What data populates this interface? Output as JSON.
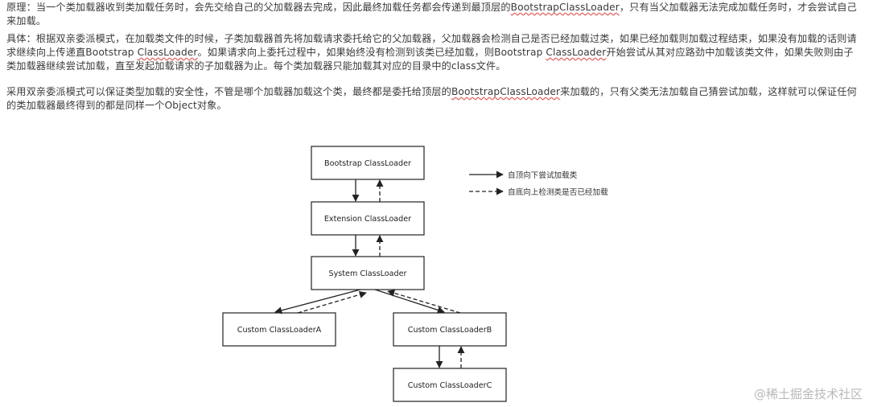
{
  "paragraphs": {
    "p1": {
      "a": "原理：当一个类加载器收到类加载任务时，会先交给自己的父加载器去完成，因此最终加载任务都会传递到最顶层的",
      "b": "BootstrapClassLoader",
      "c": "，只有当父加载器无法完成加载任务时，才会尝试自己来加载。"
    },
    "p2": {
      "a": "具体：根据双亲委派模式，在加载类文件的时候，子类加载器首先将加载请求委托给它的父加载器，父加载器会检测自己是否已经加载过类，如果已经加载则加载过程结束，如果没有加载的话则请求继续向上传递直Bootstrap ",
      "b": "ClassLoader",
      "c": "。如果请求向上委托过程中，如果始终没有检测到该类已经加载，则Bootstrap ",
      "d": "ClassLoader",
      "e": "开始尝试从其对应路劲中加载该类文件，如果失败则由子类加载器继续尝试加载，直至发起加载请求的子加载器为止。每个类加载器只能加载其对应的目录中的class文件。"
    },
    "p3": {
      "a": "采用双亲委派模式可以保证类型加载的安全性，不管是哪个加载器加载这个类，最终都是委托给顶层的",
      "b": "BootstrapClassLoader",
      "c": "来加载的，只有父类无法加载自己猜尝试加载，这样就可以保证任何的类加载器最终得到的都是同样一个Object对象。"
    }
  },
  "diagram": {
    "nodes": {
      "bootstrap": "Bootstrap ClassLoader",
      "extension": "Extension ClassLoader",
      "system": "System ClassLoader",
      "custom_a": "Custom ClassLoaderA",
      "custom_b": "Custom ClassLoaderB",
      "custom_c": "Custom ClassLoaderC"
    },
    "legend": {
      "solid": "自顶向下尝试加载类",
      "dashed": "自底向上检测类是否已经加载"
    }
  },
  "watermark": "@稀土掘金技术社区"
}
